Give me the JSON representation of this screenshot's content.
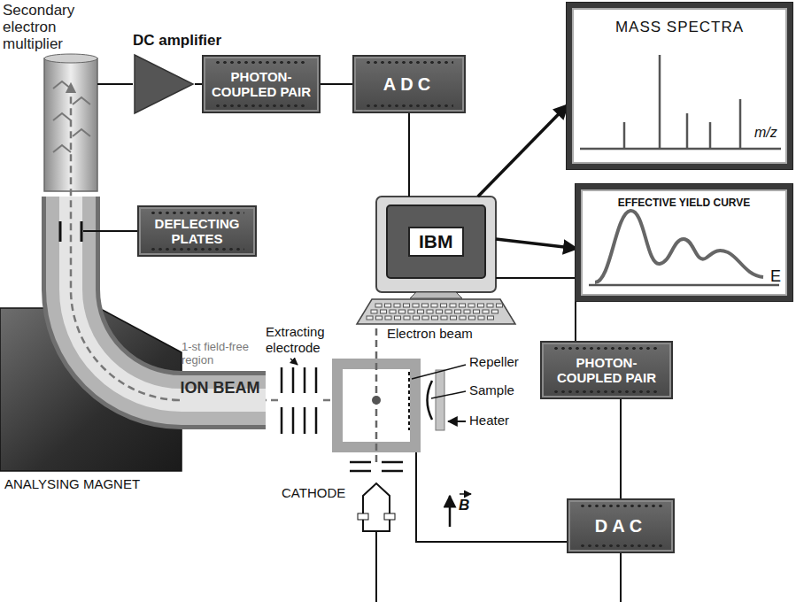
{
  "diagram": {
    "nodes": [
      {
        "text": [
          "Secondary electron multiplier"
        ]
      },
      {
        "text": [
          "DC amplifier"
        ]
      },
      {
        "text": [
          "PHOTON-COUPLED PAIR"
        ]
      },
      {
        "text": [
          "ADC"
        ]
      },
      {
        "text": [
          "MASS SPECTRA",
          "m/z"
        ]
      },
      {
        "text": [
          "EFFECTIVE YIELD CURVE",
          "E"
        ]
      },
      {
        "text": [
          "IBM"
        ]
      },
      {
        "text": [
          "DEFLECTING PLATES"
        ]
      },
      {
        "text": [
          "PHOTON-COUPLED PAIR"
        ]
      },
      {
        "text": [
          "DAC"
        ]
      },
      {
        "text": [
          "ION BEAM"
        ]
      }
    ],
    "edges": [
      {
        "from": 0,
        "to": 1,
        "arrow": "none"
      },
      {
        "from": 1,
        "to": 2,
        "arrow": "none"
      },
      {
        "from": 2,
        "to": 3,
        "arrow": "none"
      },
      {
        "from": 3,
        "to": 6,
        "arrow": "none"
      },
      {
        "from": 6,
        "to": 4,
        "arrow": "to"
      },
      {
        "from": 6,
        "to": 5,
        "arrow": "to"
      },
      {
        "from": 6,
        "to": 8,
        "arrow": "none"
      },
      {
        "from": 8,
        "to": 9,
        "arrow": "none"
      }
    ],
    "labels": [
      "ANALYSING MAGNET",
      "1-st field-free region",
      "Extracting electrode",
      "Electron beam",
      "Repeller",
      "Sample",
      "Heater",
      "CATHODE",
      "B"
    ]
  }
}
